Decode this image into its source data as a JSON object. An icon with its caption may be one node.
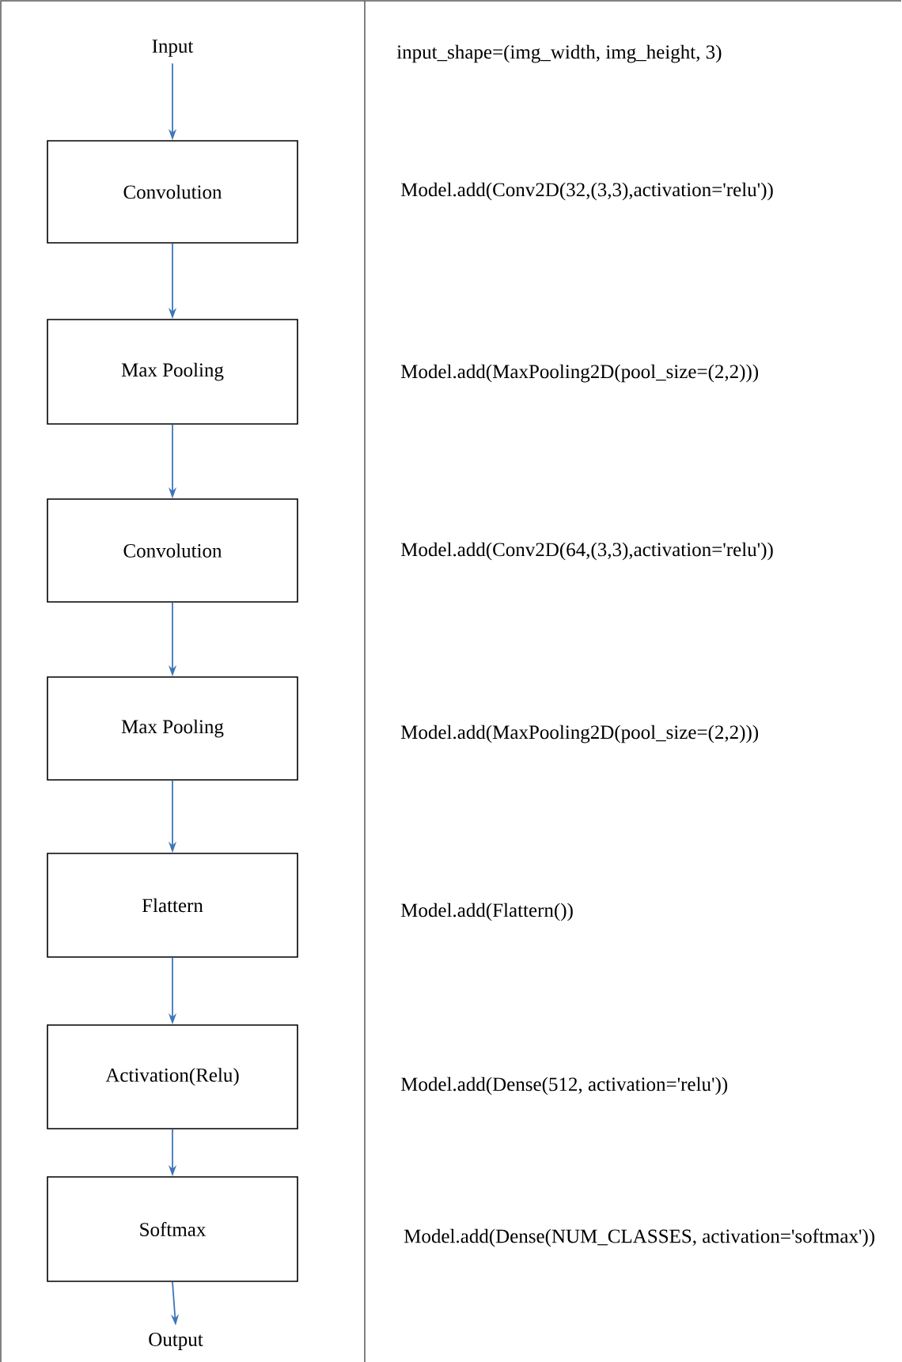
{
  "diagram": {
    "nodes": [
      {
        "text": [
          "Input"
        ]
      },
      {
        "text": [
          "Convolution"
        ]
      },
      {
        "text": [
          "Max Pooling"
        ]
      },
      {
        "text": [
          "Convolution"
        ]
      },
      {
        "text": [
          "Max Pooling"
        ]
      },
      {
        "text": [
          "Flattern"
        ]
      },
      {
        "text": [
          "Activation(Relu)"
        ]
      },
      {
        "text": [
          "Softmax"
        ]
      },
      {
        "text": [
          "Output"
        ]
      }
    ],
    "edges": [
      {
        "from": 0,
        "to": 1,
        "arrow": "to"
      },
      {
        "from": 1,
        "to": 2,
        "arrow": "to"
      },
      {
        "from": 2,
        "to": 3,
        "arrow": "to"
      },
      {
        "from": 3,
        "to": 4,
        "arrow": "to"
      },
      {
        "from": 4,
        "to": 5,
        "arrow": "to"
      },
      {
        "from": 5,
        "to": 6,
        "arrow": "to"
      },
      {
        "from": 6,
        "to": 7,
        "arrow": "to"
      },
      {
        "from": 7,
        "to": 8,
        "arrow": "to"
      }
    ],
    "labels": [
      "input_shape=(img_width, img_height, 3)",
      "Model.add(Conv2D(32,(3,3),activation='relu'))",
      "Model.add(MaxPooling2D(pool_size=(2,2)))",
      "Model.add(Conv2D(64,(3,3),activation='relu'))",
      "Model.add(MaxPooling2D(pool_size=(2,2)))",
      "Model.add(Flattern())",
      "Model.add(Dense(512, activation='relu'))",
      "Model.add(Dense(NUM_CLASSES, activation='softmax'))"
    ]
  }
}
